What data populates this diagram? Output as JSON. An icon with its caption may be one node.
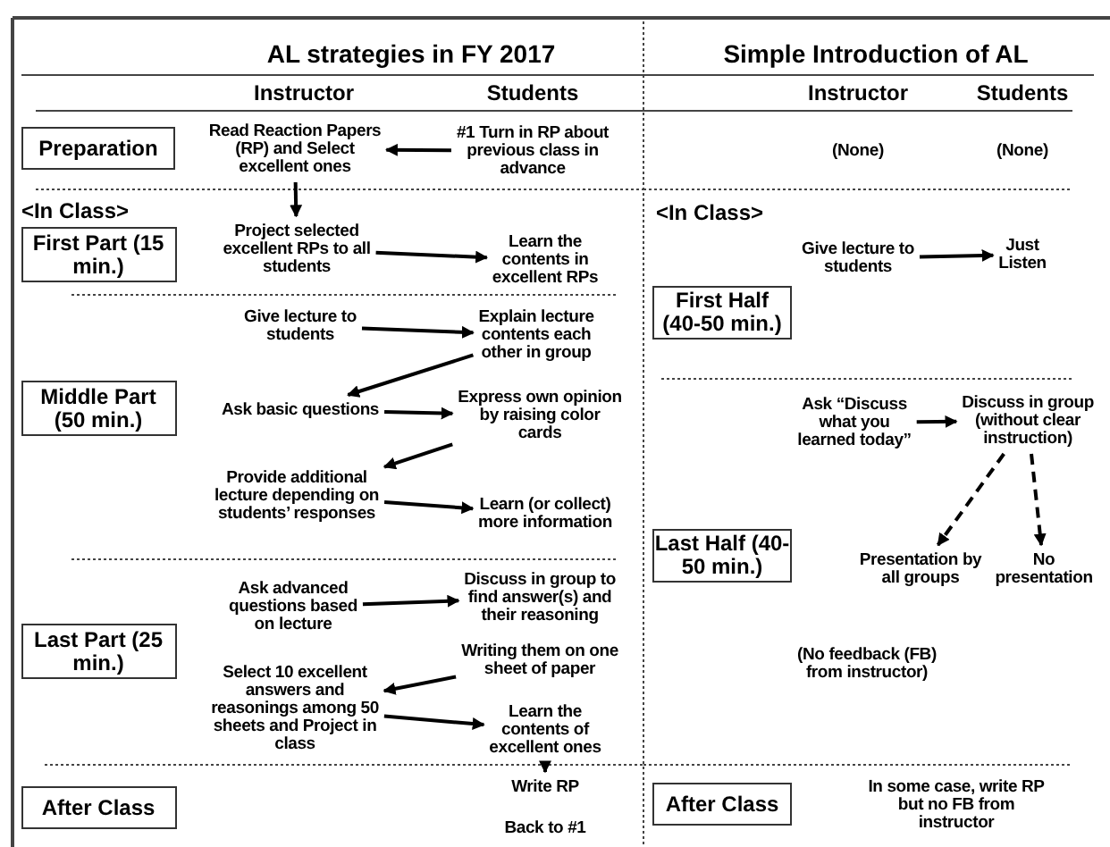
{
  "diagram": {
    "nodes": [
      {
        "text": [
          "Preparation"
        ]
      },
      {
        "text": [
          "Read Reaction Papers (RP) and Select excellent ones"
        ]
      },
      {
        "text": [
          "#1 Turn in RP about previous class in advance"
        ]
      },
      {
        "text": [
          "First Part (15 min.)"
        ]
      },
      {
        "text": [
          "Project selected excellent RPs to all students"
        ]
      },
      {
        "text": [
          "Learn the contents in excellent RPs"
        ]
      },
      {
        "text": [
          "Give lecture to students"
        ]
      },
      {
        "text": [
          "Explain lecture contents each other in group"
        ]
      },
      {
        "text": [
          "Middle Part (50 min.)"
        ]
      },
      {
        "text": [
          "Ask basic questions"
        ]
      },
      {
        "text": [
          "Express own opinion by raising color cards"
        ]
      },
      {
        "text": [
          "Provide additional lecture depending on students’ responses"
        ]
      },
      {
        "text": [
          "Learn (or collect) more information"
        ]
      },
      {
        "text": [
          "Ask advanced questions based on lecture"
        ]
      },
      {
        "text": [
          "Discuss in group to find answer(s) and their reasoning"
        ]
      },
      {
        "text": [
          "Last Part (25 min.)"
        ]
      },
      {
        "text": [
          "Writing them on one sheet of paper"
        ]
      },
      {
        "text": [
          "Select 10 excellent answers and reasonings among 50 sheets and Project in class"
        ]
      },
      {
        "text": [
          "Learn the contents of excellent ones"
        ]
      },
      {
        "text": [
          "After Class"
        ]
      },
      {
        "text": [
          "Write RP"
        ]
      },
      {
        "text": [
          "First Half (40-50 min.)"
        ]
      },
      {
        "text": [
          "Give lecture to students"
        ]
      },
      {
        "text": [
          "Just Listen"
        ]
      },
      {
        "text": [
          "Ask “Discuss what you learned today”"
        ]
      },
      {
        "text": [
          "Discuss in group (without clear instruction)"
        ]
      },
      {
        "text": [
          "Last Half (40-50 min.)"
        ]
      },
      {
        "text": [
          "Presentation by all groups"
        ]
      },
      {
        "text": [
          "No presentation"
        ]
      },
      {
        "text": [
          "After Class"
        ]
      }
    ],
    "edges": [
      {
        "from": 2,
        "to": 1,
        "arrow": "to"
      },
      {
        "from": 1,
        "to": 4,
        "arrow": "to"
      },
      {
        "from": 4,
        "to": 5,
        "arrow": "to"
      },
      {
        "from": 6,
        "to": 7,
        "arrow": "to"
      },
      {
        "from": 7,
        "to": 9,
        "arrow": "to"
      },
      {
        "from": 9,
        "to": 10,
        "arrow": "to"
      },
      {
        "from": 10,
        "to": 11,
        "arrow": "to"
      },
      {
        "from": 11,
        "to": 12,
        "arrow": "to"
      },
      {
        "from": 13,
        "to": 14,
        "arrow": "to"
      },
      {
        "from": 16,
        "to": 17,
        "arrow": "to"
      },
      {
        "from": 17,
        "to": 18,
        "arrow": "to"
      },
      {
        "from": 18,
        "to": 20,
        "arrow": "to"
      },
      {
        "from": 22,
        "to": 23,
        "arrow": "to"
      },
      {
        "from": 24,
        "to": 25,
        "arrow": "to"
      },
      {
        "from": 25,
        "to": 27,
        "arrow": "to",
        "style": "dashed"
      },
      {
        "from": 25,
        "to": 28,
        "arrow": "to",
        "style": "dashed"
      }
    ],
    "labels": [
      "AL strategies in FY 2017",
      "Simple Introduction of AL",
      "Instructor",
      "Students",
      "Instructor",
      "Students",
      "(None)",
      "(None)",
      "<In Class>",
      "<In Class>",
      "(No feedback (FB) from instructor)",
      "Back to #1",
      "In some case, write RP but no FB from instructor"
    ]
  }
}
